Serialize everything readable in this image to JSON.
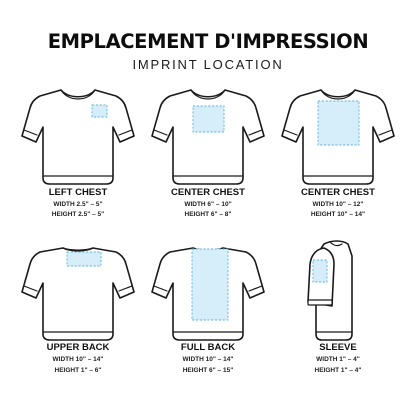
{
  "header": {
    "title": "EMPLACEMENT D'IMPRESSION",
    "subtitle": "IMPRINT LOCATION"
  },
  "colors": {
    "print_area_fill": "#d6eef9",
    "print_area_stroke": "#5fb4dc",
    "outline": "#1a1a1a"
  },
  "locations": [
    {
      "label": "LEFT CHEST",
      "width": "WIDTH 2.5\" – 5\"",
      "height": "HEIGHT 2.5\" – 5\"",
      "view": "front"
    },
    {
      "label": "CENTER CHEST",
      "width": "WIDTH 6\" – 10\"",
      "height": "HEIGHT 6\" – 8\"",
      "view": "front"
    },
    {
      "label": "CENTER CHEST",
      "width": "WIDTH 10\" – 12\"",
      "height": "HEIGHT 10\" – 14\"",
      "view": "front"
    },
    {
      "label": "UPPER BACK",
      "width": "WIDTH 10\" – 14\"",
      "height": "HEIGHT 1\" – 6\"",
      "view": "back"
    },
    {
      "label": "FULL BACK",
      "width": "WIDTH 10\" – 14\"",
      "height": "HEIGHT 6\" – 15\"",
      "view": "back"
    },
    {
      "label": "SLEEVE",
      "width": "WIDTH 1\" – 4\"",
      "height": "HEIGHT 1\" – 4\"",
      "view": "side"
    }
  ]
}
